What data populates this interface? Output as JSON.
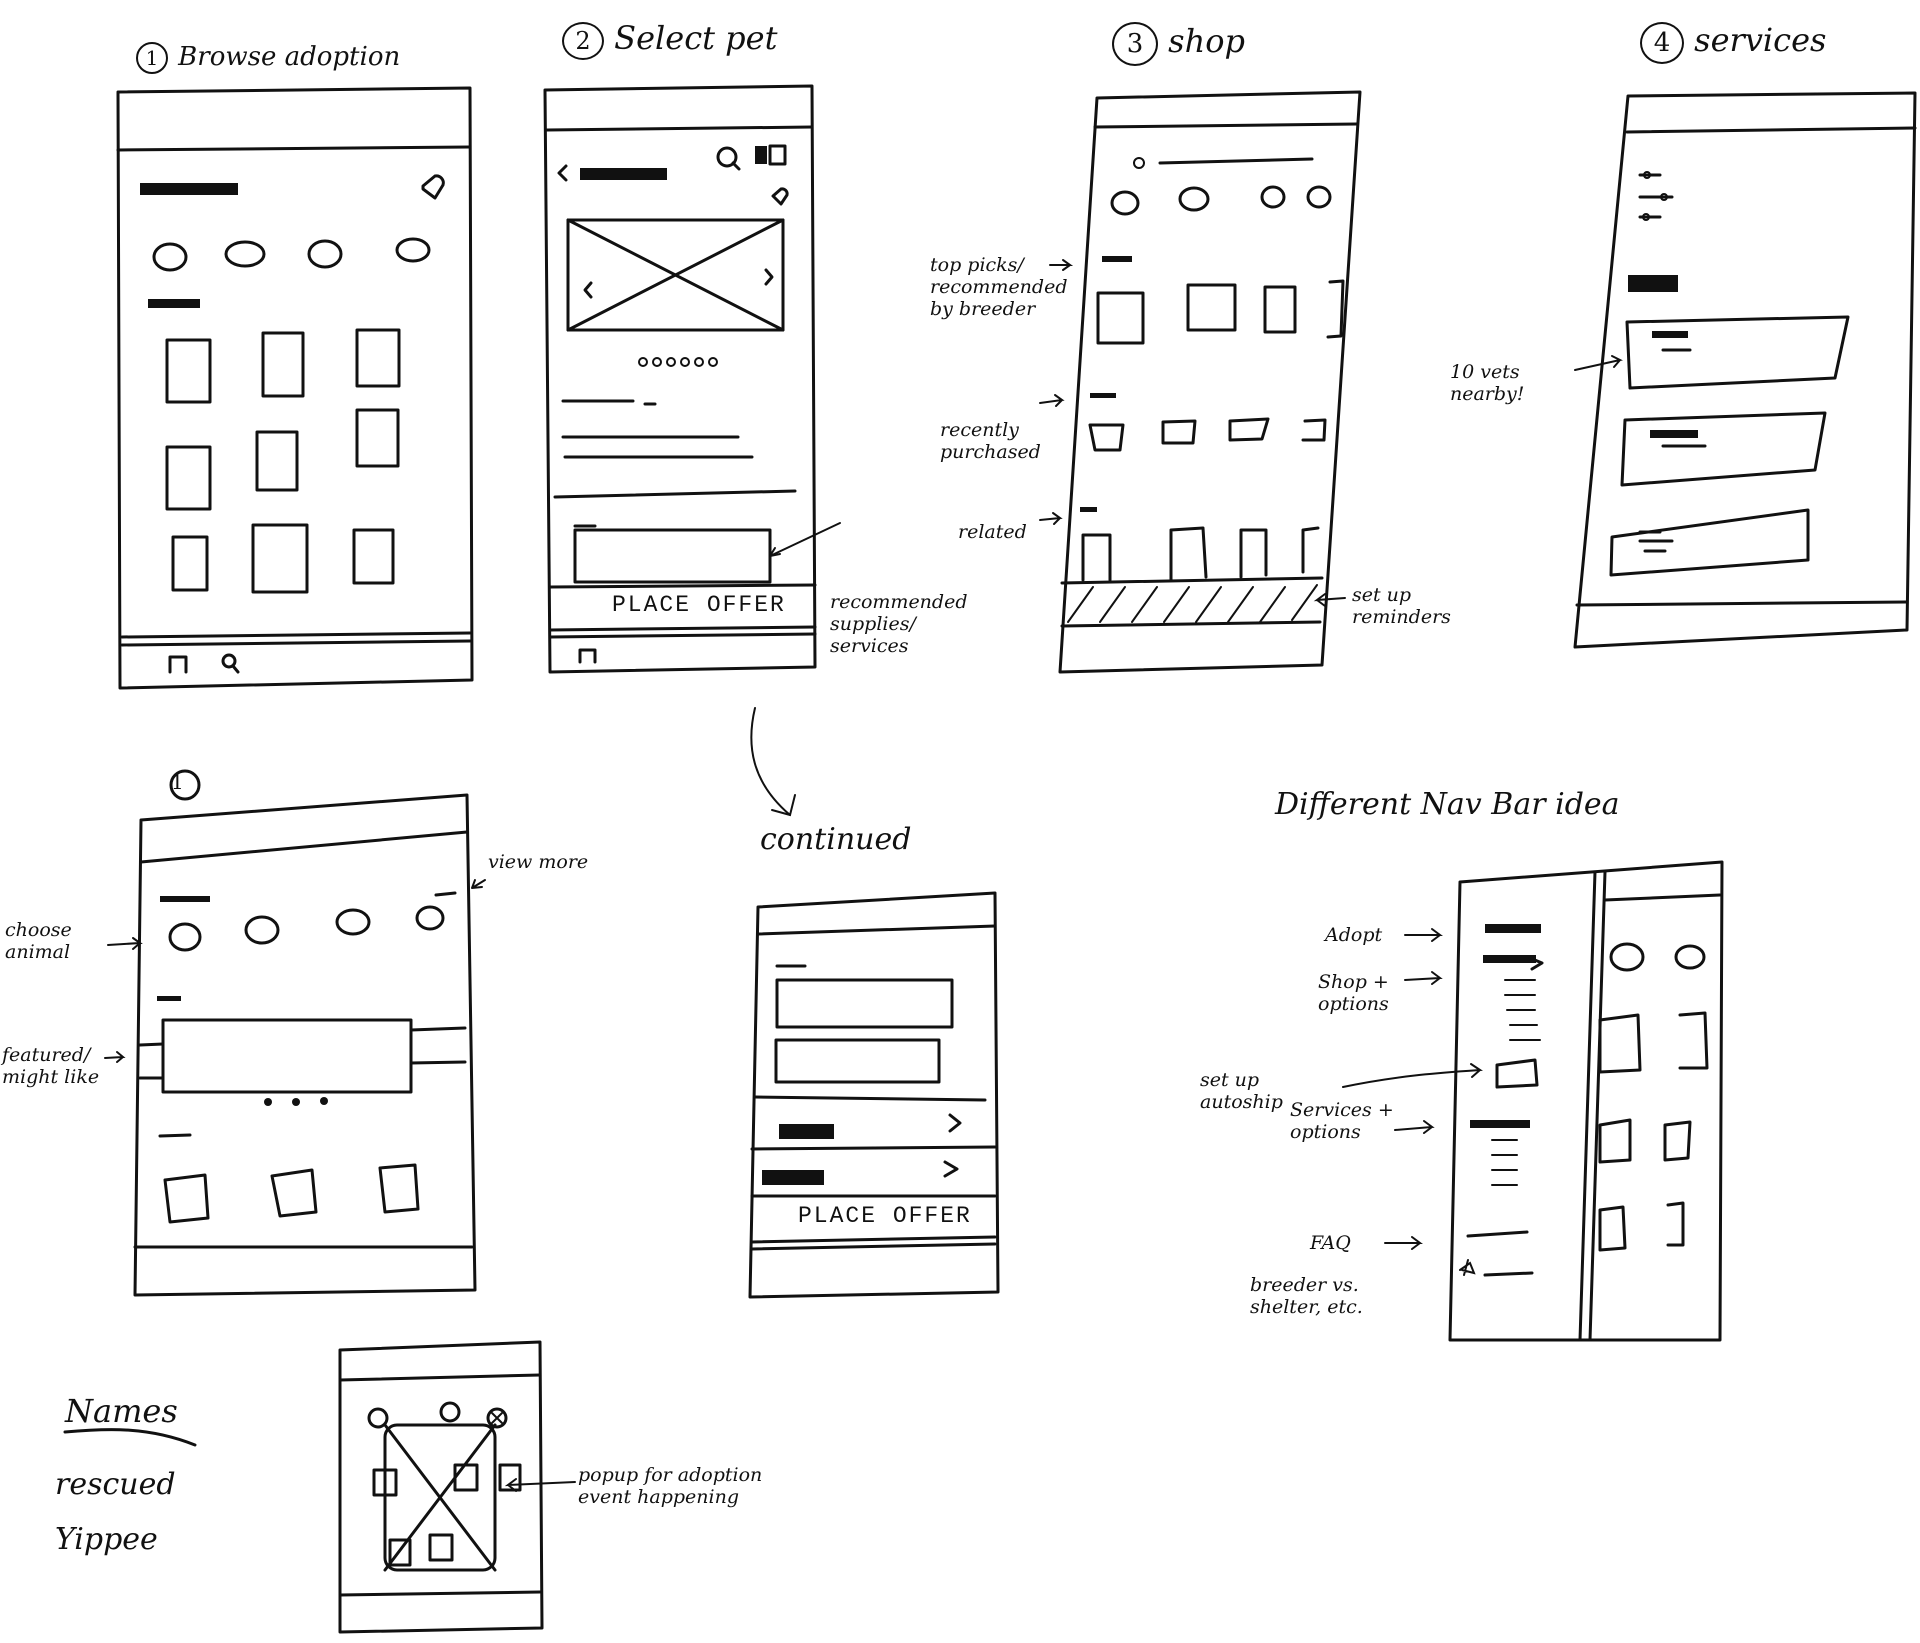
{
  "titles": {
    "browse": "Browse adoption",
    "select": "Select pet",
    "shop": "shop",
    "services": "services",
    "step1_repeat": "1",
    "continued": "continued",
    "nav_idea": "Different Nav Bar idea",
    "names": "Names"
  },
  "step_numbers": [
    "1",
    "2",
    "3",
    "4"
  ],
  "buttons": {
    "place_offer_1": "PLACE OFFER",
    "place_offer_2": "PLACE OFFER"
  },
  "annotations": {
    "recommended": "recommended supplies/ services",
    "top_picks": "top picks/ recommended by breeder",
    "recently_purchased": "recently purchased",
    "related": "related",
    "set_up_reminders": "set up reminders",
    "vets_nearby": "10 vets nearby!",
    "view_more": "view more",
    "choose_animal": "choose animal",
    "featured": "featured/ might like",
    "adopt": "Adopt",
    "shop_options": "Shop + options",
    "set_up_autoship": "set up autoship",
    "services_options": "Services + options",
    "faq": "FAQ",
    "breeder_vs_shelter": "breeder vs. shelter, etc.",
    "popup": "popup for adoption event happening"
  },
  "names": [
    "rescued",
    "Yippee"
  ],
  "colors": {
    "ink": "#111111",
    "paper": "#ffffff"
  }
}
